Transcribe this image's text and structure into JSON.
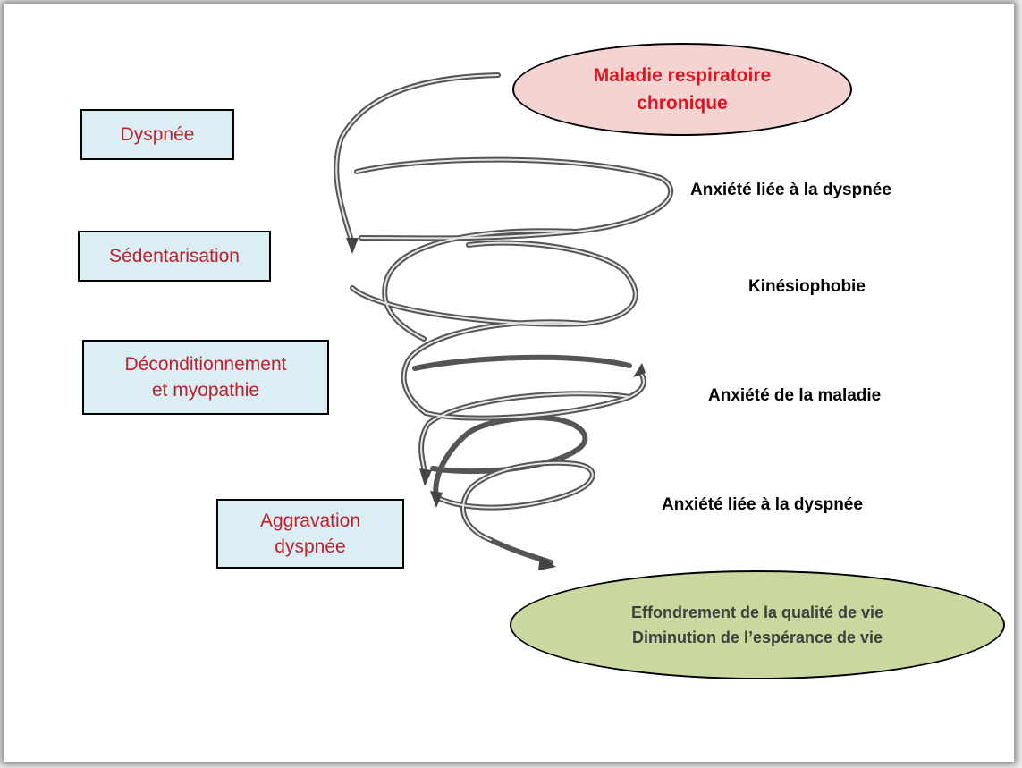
{
  "diagram": {
    "start": "Maladie respiratoire\nchronique",
    "end": "Effondrement de la qualité de vie\nDiminution de l’espérance de vie",
    "left_boxes": [
      "Dyspnée",
      "Sédentarisation",
      "Déconditionnement\net myopathie",
      "Aggravation\ndyspnée"
    ],
    "right_labels": [
      "Anxiété liée à la dyspnée",
      "Kinésiophobie",
      "Anxiété de la maladie",
      "Anxiété liée à la dyspnée"
    ],
    "colors": {
      "start_fill": "#f4d3d3",
      "start_text": "#e0141e",
      "end_fill": "#c8d89e",
      "box_fill": "#dbeef4",
      "box_text": "#c0202a"
    }
  }
}
